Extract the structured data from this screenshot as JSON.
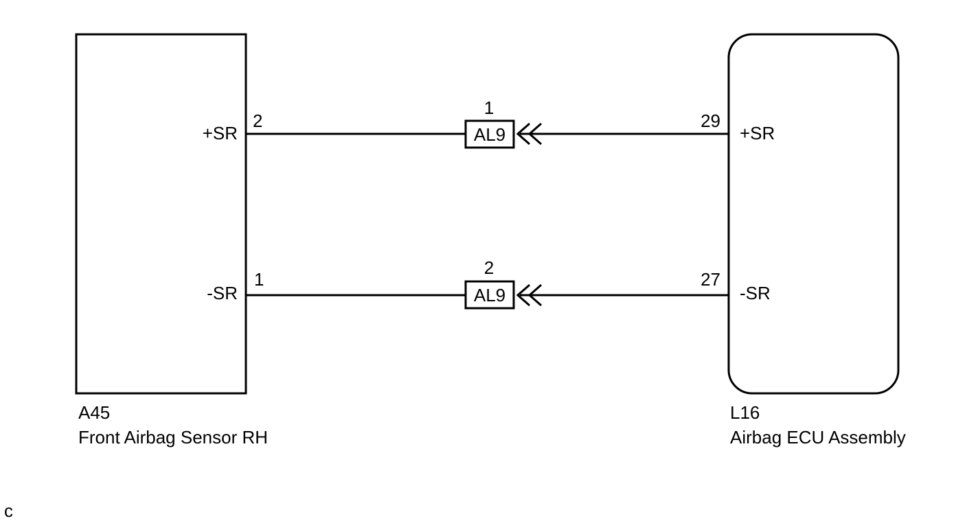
{
  "left_component": {
    "code": "A45",
    "name": "Front Airbag Sensor RH",
    "pins": [
      {
        "number": "2",
        "signal": "+SR"
      },
      {
        "number": "1",
        "signal": "-SR"
      }
    ]
  },
  "right_component": {
    "code": "L16",
    "name": "Airbag ECU Assembly",
    "pins": [
      {
        "number": "29",
        "signal": "+SR"
      },
      {
        "number": "27",
        "signal": "-SR"
      }
    ]
  },
  "connectors": [
    {
      "label": "AL9",
      "pin": "1"
    },
    {
      "label": "AL9",
      "pin": "2"
    }
  ],
  "footer_mark": "c"
}
